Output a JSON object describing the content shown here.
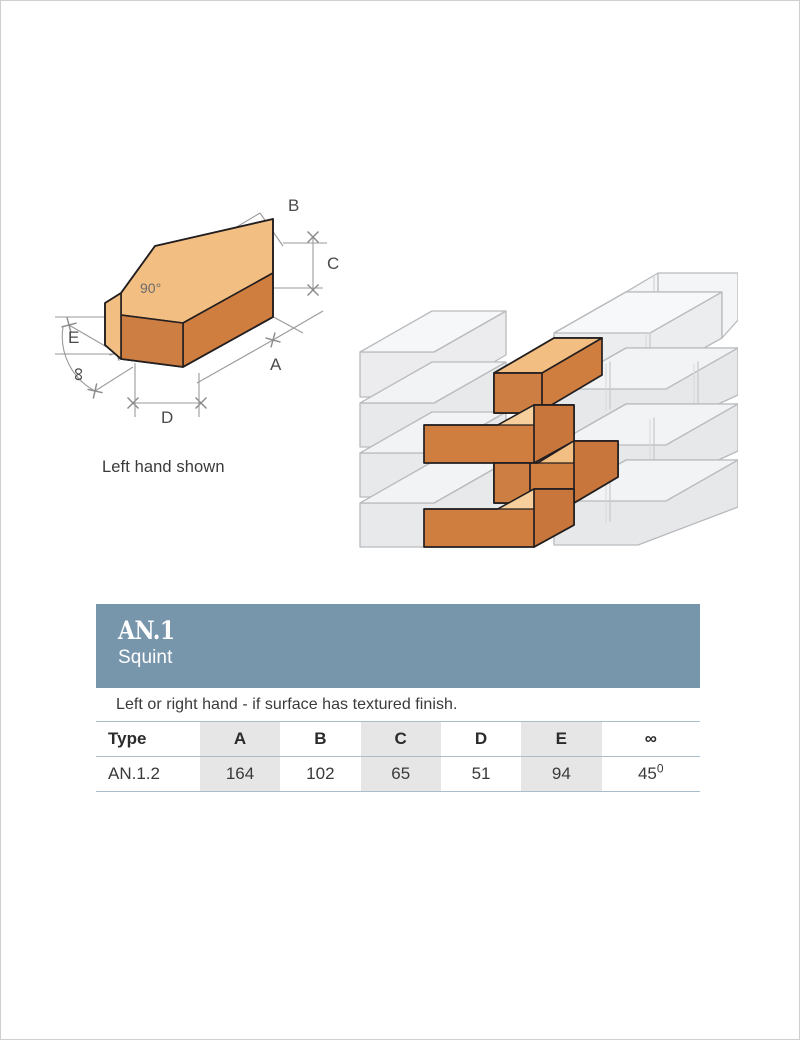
{
  "figures": {
    "iso_brick": {
      "dimension_labels": [
        "A",
        "B",
        "C",
        "D",
        "E"
      ],
      "corner_angle_label": "90°",
      "angle_symbol_label": "∞"
    },
    "caption": "Left hand shown",
    "wall": {
      "title": "corner wall isometric",
      "accent_brick_color": "#d07e40",
      "plain_brick_color": "#e8eaec"
    }
  },
  "card": {
    "code": "AN.1",
    "name": "Squint",
    "note": "Left or right hand - if surface has textured finish.",
    "header_color": "#7796ac",
    "table": {
      "headers": [
        "Type",
        "A",
        "B",
        "C",
        "D",
        "E",
        "∞"
      ],
      "rows": [
        {
          "type": "AN.1.2",
          "a": "164",
          "b": "102",
          "c": "65",
          "d": "51",
          "e": "94",
          "angle_value": "45",
          "angle_unit": "0"
        }
      ]
    }
  }
}
